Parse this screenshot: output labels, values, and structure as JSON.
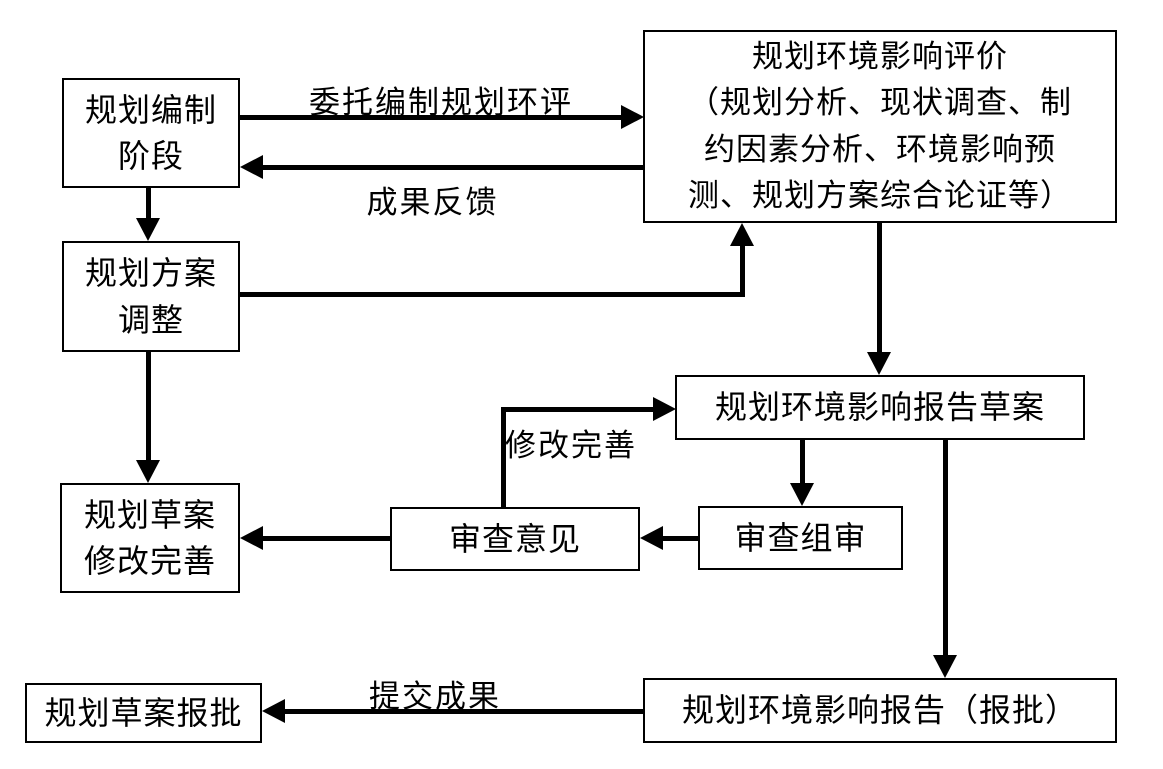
{
  "diagram": {
    "title_hint": "规划环评工作流程图",
    "colors": {
      "background": "#ffffff",
      "line": "#000000",
      "box_border": "#000000",
      "text": "#000000"
    },
    "boxes": {
      "planning_stage": "规划编制\n阶段",
      "eia": "规划环境影响评价\n（规划分析、现状调查、制\n约因素分析、环境影响预\n测、规划方案综合论证等）",
      "plan_adjust": "规划方案\n调整",
      "draft_report": "规划环境影响报告草案",
      "review_opinion": "审查意见",
      "review_group": "审查组审",
      "draft_revise": "规划草案\n修改完善",
      "draft_approval": "规划草案报批",
      "final_report": "规划环境影响报告（报批）"
    },
    "edge_labels": {
      "entrust": "委托编制规划环评",
      "feedback": "成果反馈",
      "revise": "修改完善",
      "submit": "提交成果"
    }
  }
}
